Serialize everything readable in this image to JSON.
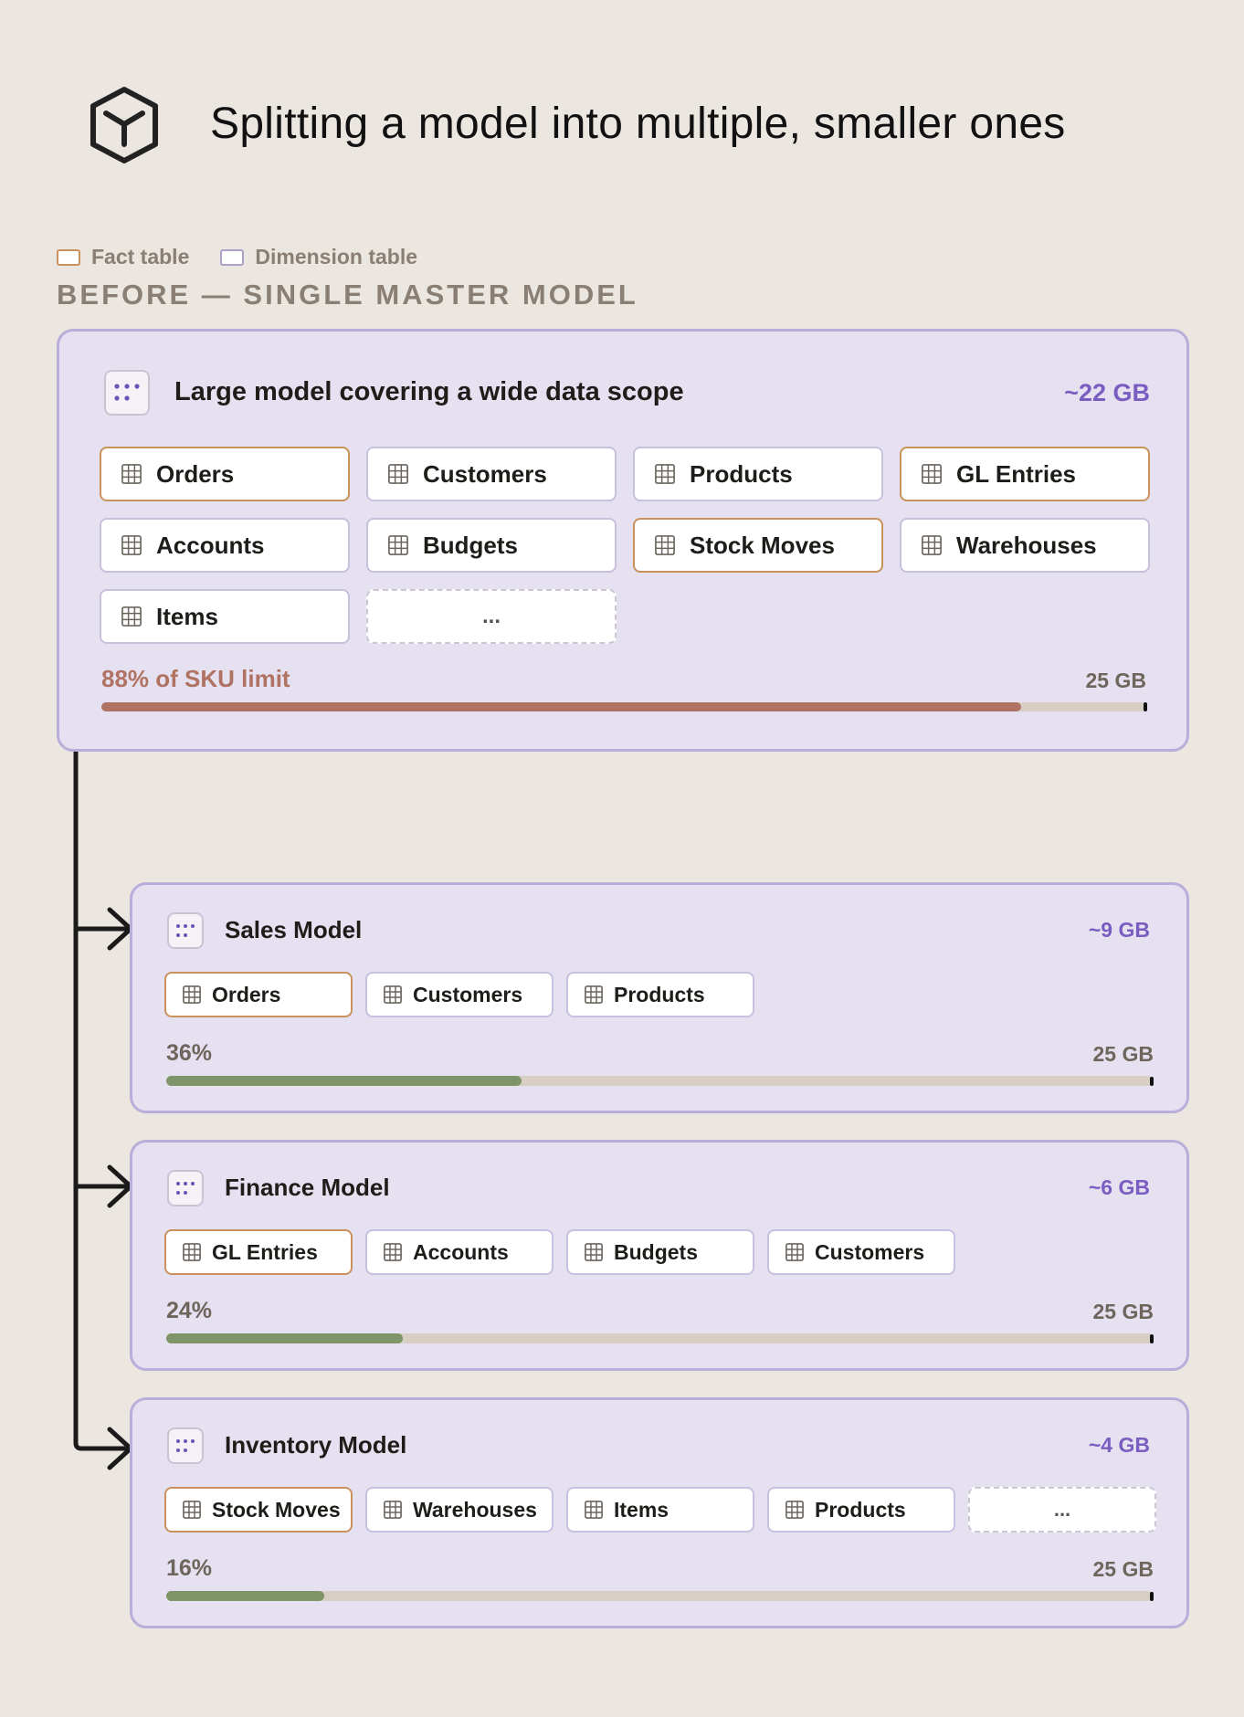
{
  "header": {
    "title": "Splitting a model into multiple, smaller ones",
    "logo_icon": "cube-icon"
  },
  "legend": {
    "fact_label": "Fact table",
    "dimension_label": "Dimension table"
  },
  "section_label": "BEFORE — SINGLE MASTER MODEL",
  "colors": {
    "fact_border": "#c9925c",
    "dimension_border": "#aba0c9",
    "warning_fill": "#b07262",
    "ok_fill": "#7f9468",
    "size_accent": "#7a5dc0"
  },
  "master": {
    "title": "Large model covering a wide data scope",
    "size": "~22 GB",
    "tables": [
      {
        "label": "Orders",
        "kind": "fact"
      },
      {
        "label": "Customers",
        "kind": "dimension"
      },
      {
        "label": "Products",
        "kind": "dimension"
      },
      {
        "label": "GL Entries",
        "kind": "fact"
      },
      {
        "label": "Accounts",
        "kind": "dimension"
      },
      {
        "label": "Budgets",
        "kind": "dimension"
      },
      {
        "label": "Stock Moves",
        "kind": "fact"
      },
      {
        "label": "Warehouses",
        "kind": "dimension"
      },
      {
        "label": "Items",
        "kind": "dimension"
      }
    ],
    "more_label": "...",
    "usage_label": "88% of SKU limit",
    "usage_fraction": 0.88,
    "limit_label": "25 GB"
  },
  "models": [
    {
      "title": "Sales Model",
      "size": "~9 GB",
      "tables": [
        {
          "label": "Orders",
          "kind": "fact"
        },
        {
          "label": "Customers",
          "kind": "dimension"
        },
        {
          "label": "Products",
          "kind": "dimension"
        }
      ],
      "more_label": "",
      "usage_label": "36%",
      "usage_fraction": 0.36,
      "limit_label": "25 GB"
    },
    {
      "title": "Finance Model",
      "size": "~6 GB",
      "tables": [
        {
          "label": "GL Entries",
          "kind": "fact"
        },
        {
          "label": "Accounts",
          "kind": "dimension"
        },
        {
          "label": "Budgets",
          "kind": "dimension"
        },
        {
          "label": "Customers",
          "kind": "dimension"
        }
      ],
      "more_label": "",
      "usage_label": "24%",
      "usage_fraction": 0.24,
      "limit_label": "25 GB"
    },
    {
      "title": "Inventory Model",
      "size": "~4 GB",
      "tables": [
        {
          "label": "Stock Moves",
          "kind": "fact"
        },
        {
          "label": "Warehouses",
          "kind": "dimension"
        },
        {
          "label": "Items",
          "kind": "dimension"
        },
        {
          "label": "Products",
          "kind": "dimension"
        }
      ],
      "more_label": "...",
      "usage_label": "16%",
      "usage_fraction": 0.16,
      "limit_label": "25 GB"
    }
  ]
}
